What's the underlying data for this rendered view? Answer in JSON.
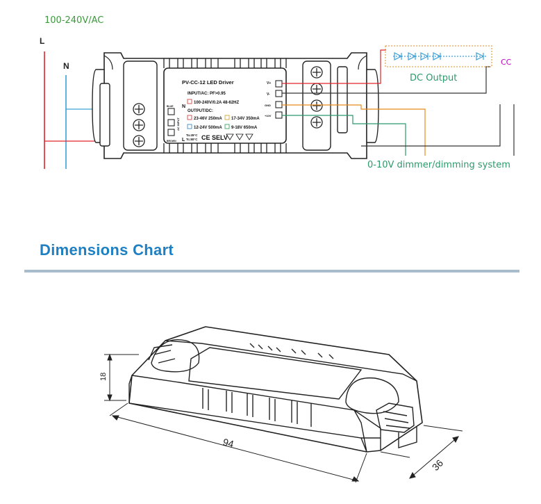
{
  "wiring": {
    "supply_label": "100-240V/AC",
    "line_label": "L",
    "neutral_label": "N",
    "dc_output_label": "DC Output",
    "cc_label": "CC",
    "dimmer_label": "0-10V dimmer/dimming system",
    "line_color": "#e0242b",
    "neutral_color": "#3aa0d8",
    "dimmer_wire_color": "#e88a1a"
  },
  "driver_label": {
    "title": "PV-CC-12 LED Driver",
    "input": "INPUT/AC:  PF>0.95",
    "input_rating": "100-240V/0.2A  48-62HZ",
    "output_heading": "OUTPUT/DC:",
    "output_1": "23-46V 250mA",
    "output_2": "17-34V 350mA",
    "output_3": "12-24V 500mA",
    "output_4": "9-18V 650mA",
    "temp_1": "Ta:45°C",
    "temp_2": "Tc:80°C",
    "marks": "CE SELV",
    "terminal_vplus": "V+",
    "terminal_vminus": "V-",
    "terminal_gnd": "GND",
    "terminal_10v": "+10V",
    "terminal_n": "N",
    "terminal_l": "L",
    "terminal_blue": "BLUE",
    "terminal_brown": "BROWN",
    "terminal_ac_input": "AC INPUT"
  },
  "dimensions": {
    "section_title": "Dimensions Chart",
    "height_value": "18",
    "length_value": "94",
    "width_value": "36"
  }
}
